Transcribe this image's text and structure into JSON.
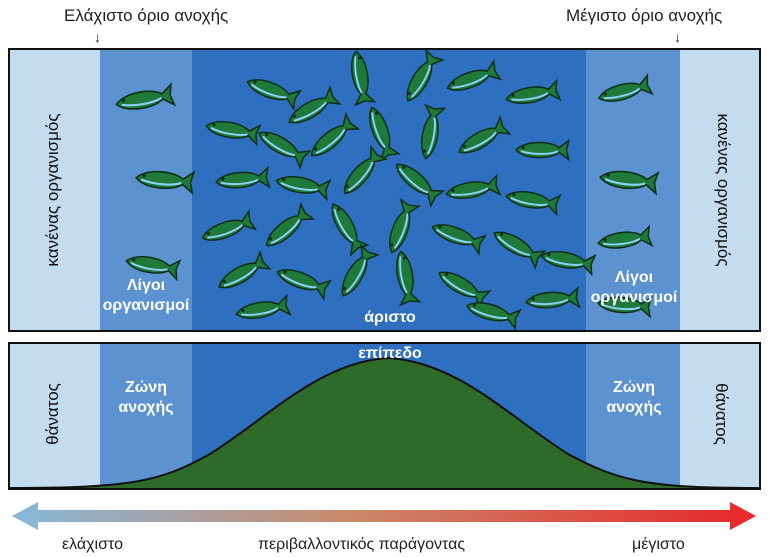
{
  "limits": {
    "min_label": "Ελάχιστο όριο ανοχής",
    "max_label": "Μέγιστο όριο ανοχής"
  },
  "top_panel": {
    "left_edge": "κανένας οργανισμός",
    "right_edge": "κανένας οργανισμός",
    "left_zone": "Λίγοι οργανισμοί",
    "right_zone": "Λίγοι οργανισμοί",
    "center": "άριστο",
    "center2": "επίπεδο"
  },
  "bottom_panel": {
    "left_edge": "θάνατος",
    "right_edge": "θάνατος",
    "left_zone": "Ζώνη ανοχής",
    "right_zone": "Ζώνη ανοχής"
  },
  "axis": {
    "min": "ελάχιστο",
    "title": "περιβαλλοντικός παράγοντας",
    "max": "μέγιστο"
  },
  "colors": {
    "edge_band": "#c3dcef",
    "zone_band": "#5b92cf",
    "center_band": "#2f6fbf",
    "curve_fill": "#2e6b2a",
    "arrow_left": "#86b9dc",
    "arrow_right": "#e8262a"
  }
}
